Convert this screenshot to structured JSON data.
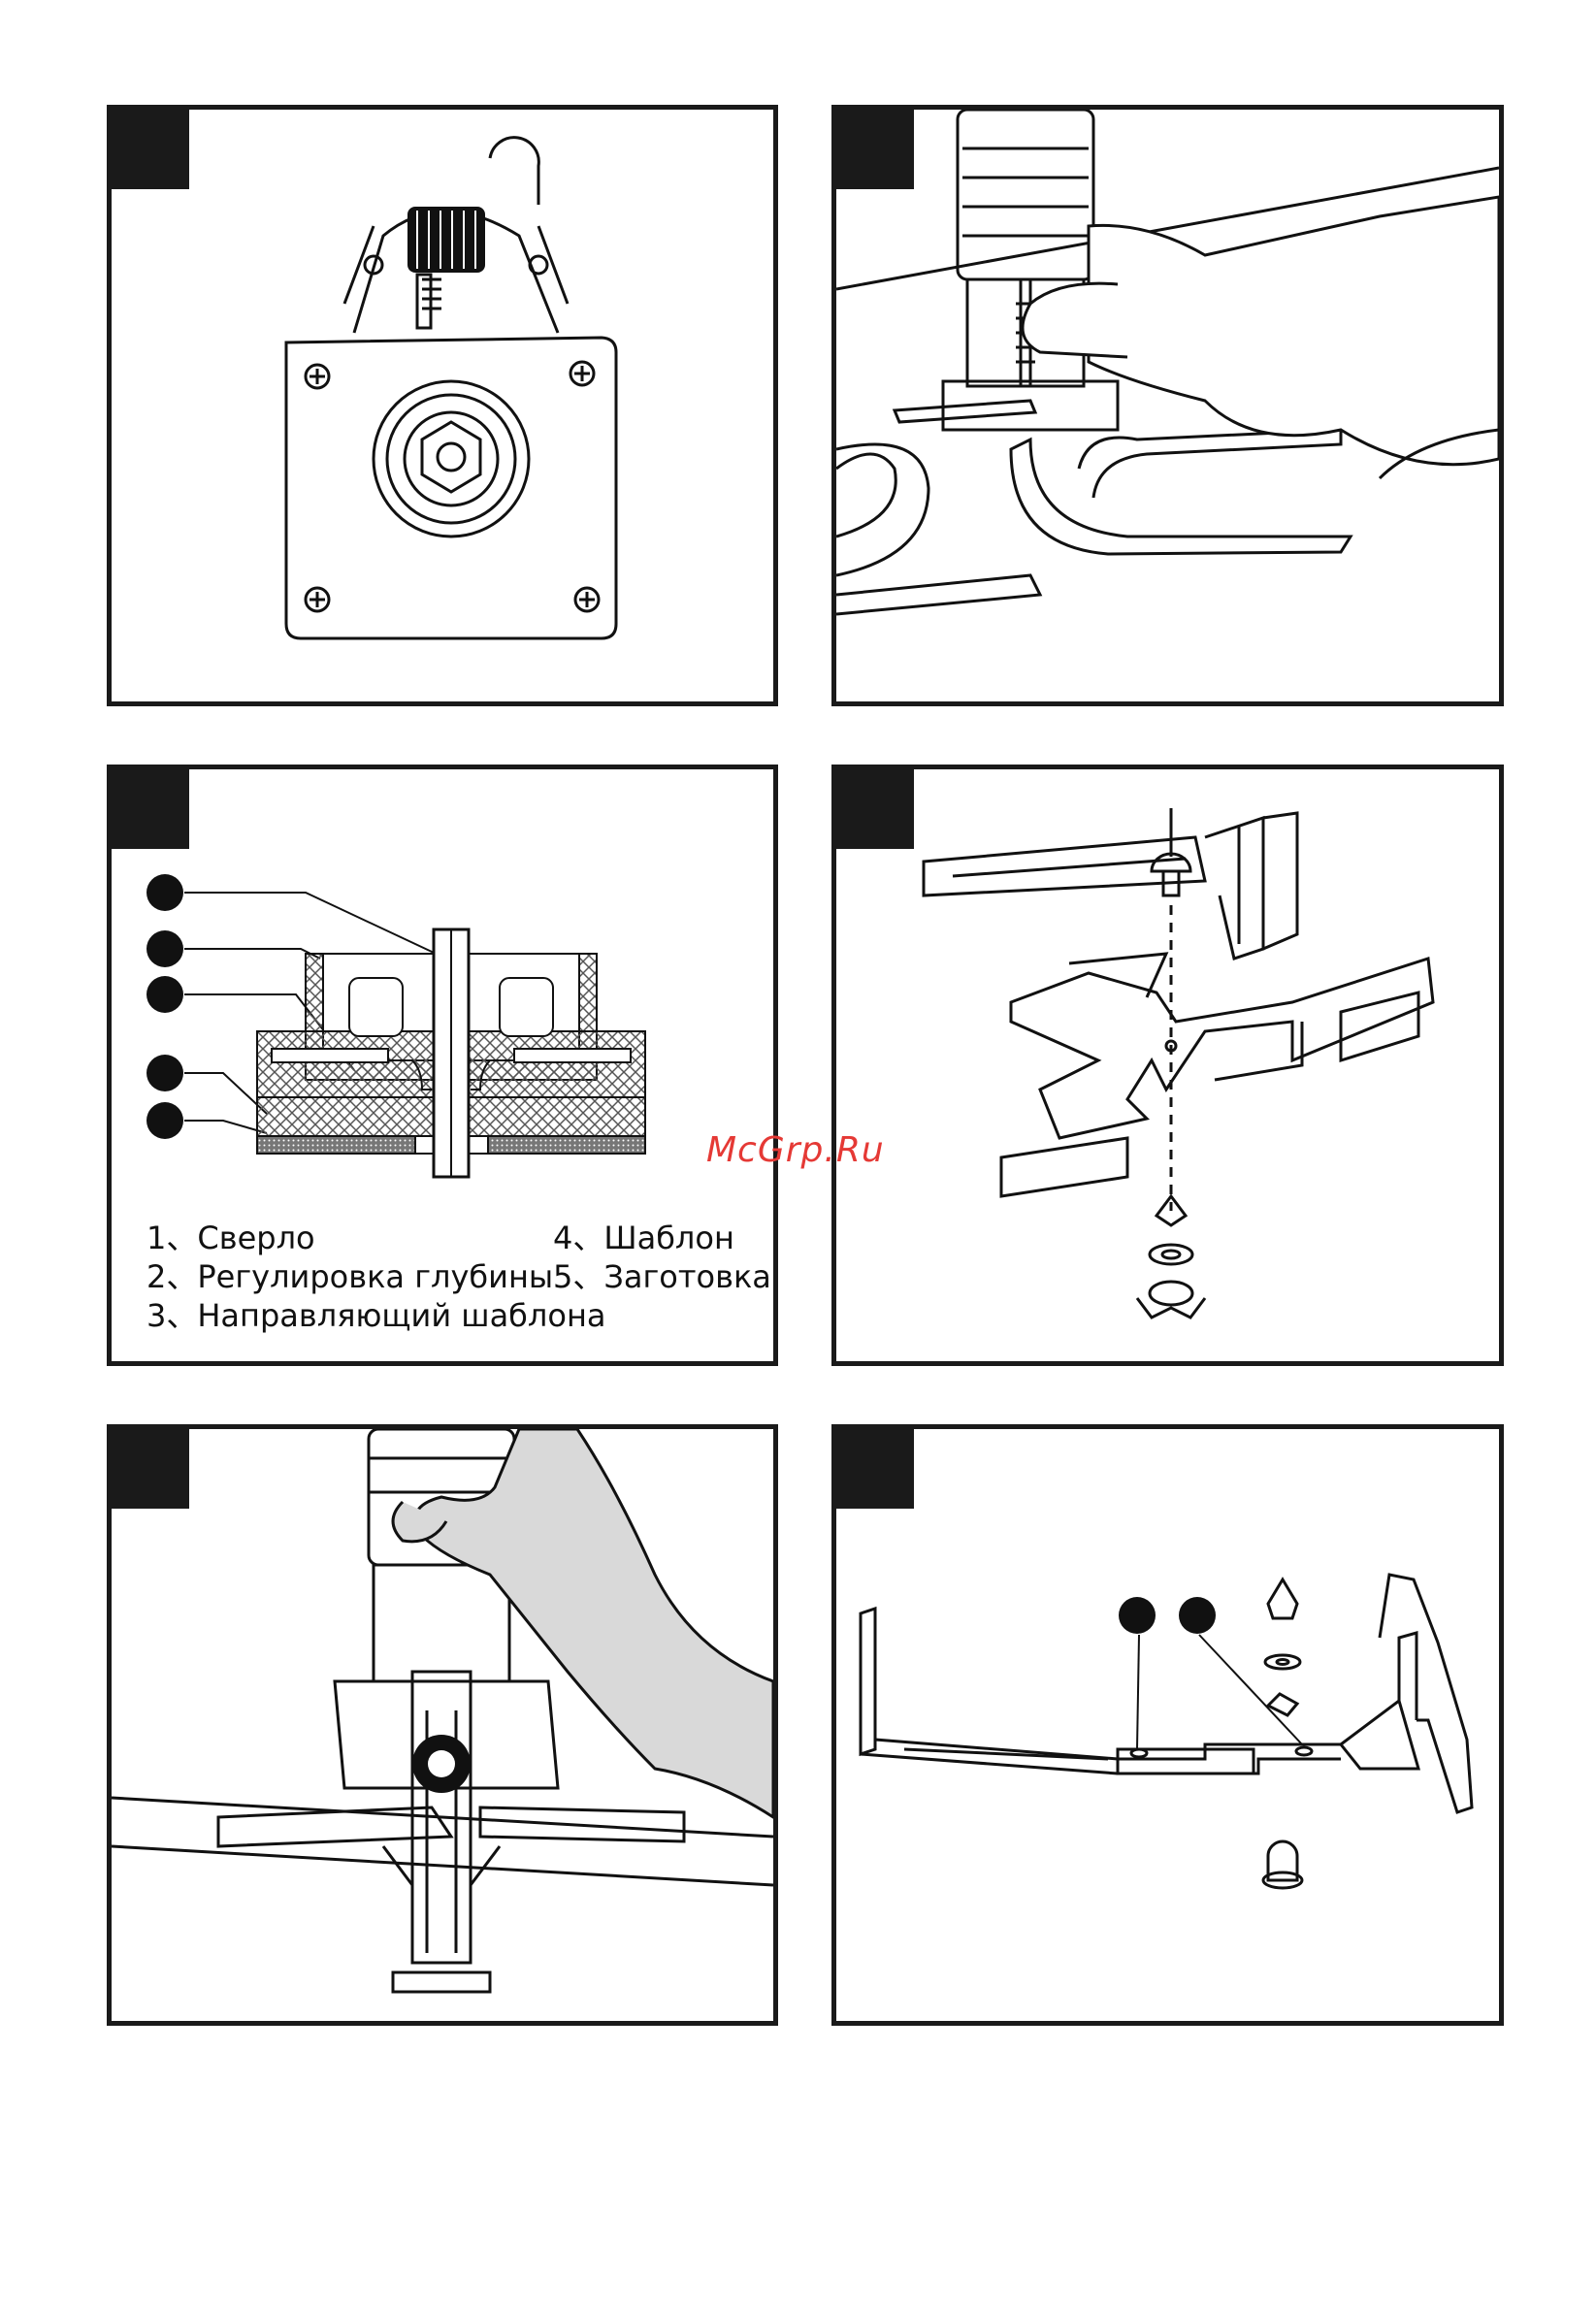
{
  "watermark": "McGrp.Ru",
  "figure3": {
    "legend": {
      "item1": "1、Сверло",
      "item2": "2、Регулировка глубины",
      "item3": "3、Направляющий шаблона",
      "item4": "4、Шаблон",
      "item5": "5、Заготовка"
    }
  },
  "colors": {
    "frame": "#1a1a1a",
    "hand": "#d9d9d9",
    "hatch": "#555555",
    "watermark": "#e53935"
  }
}
